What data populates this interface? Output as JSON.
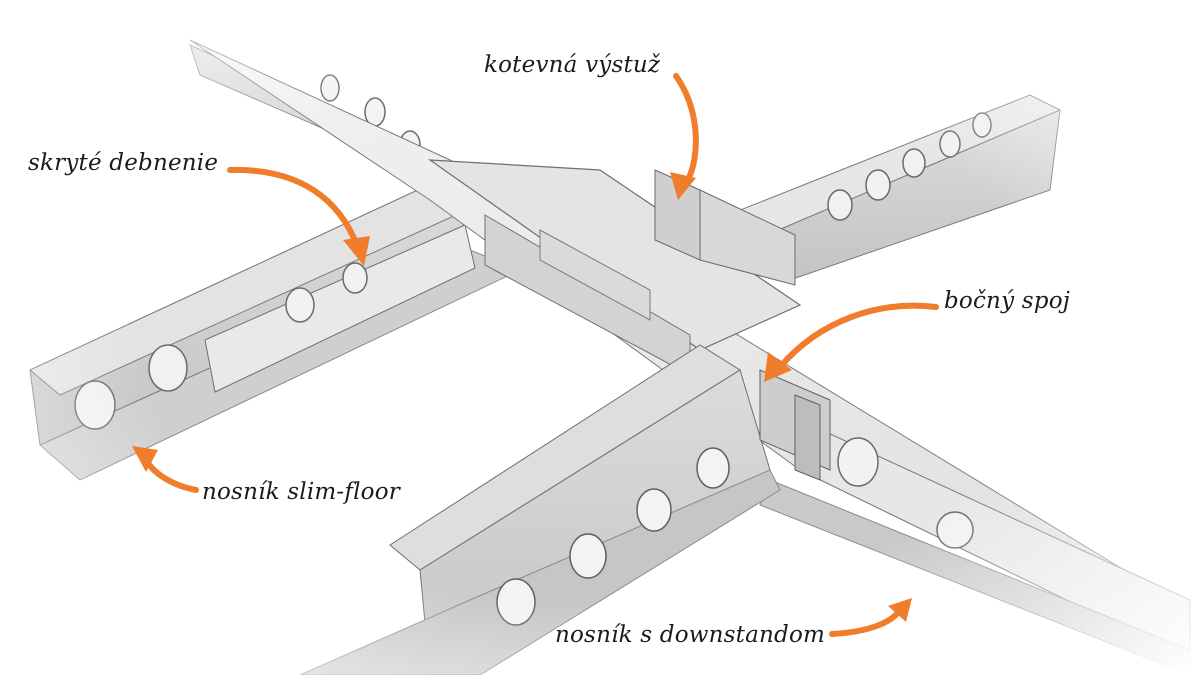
{
  "labels": {
    "anchor_reinforcement": "kotevná výstuž",
    "hidden_formwork": "skryté debnenie",
    "side_joint": "bočný spoj",
    "slim_floor_beam": "nosník slim-floor",
    "downstand_beam": "nosník s downstandom"
  },
  "colors": {
    "arrow": "#ef7d2c",
    "steel_light": "#ececec",
    "steel_mid": "#d6d6d6",
    "steel_dark": "#a8a8a8",
    "edge": "#6a6a6a",
    "background": "#ffffff"
  }
}
